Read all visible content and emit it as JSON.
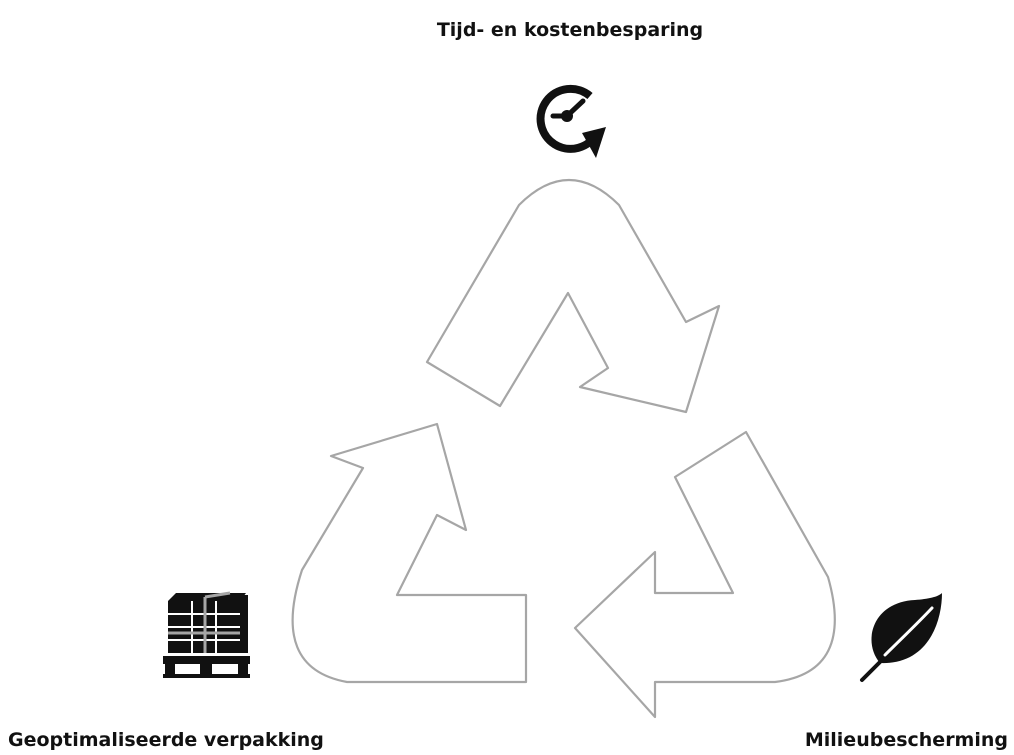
{
  "labels": {
    "top": "Tijd- en kostenbesparing",
    "bottom_left": "Geoptimaliseerde verpakking",
    "bottom_right": "Milieubescherming"
  },
  "icons": {
    "top": "clock-refresh-icon",
    "bottom_left": "pallet-boxes-icon",
    "bottom_right": "leaf-icon"
  },
  "colors": {
    "outline": "#a6a6a6",
    "icon": "#111111",
    "text": "#111111",
    "background": "#ffffff"
  }
}
